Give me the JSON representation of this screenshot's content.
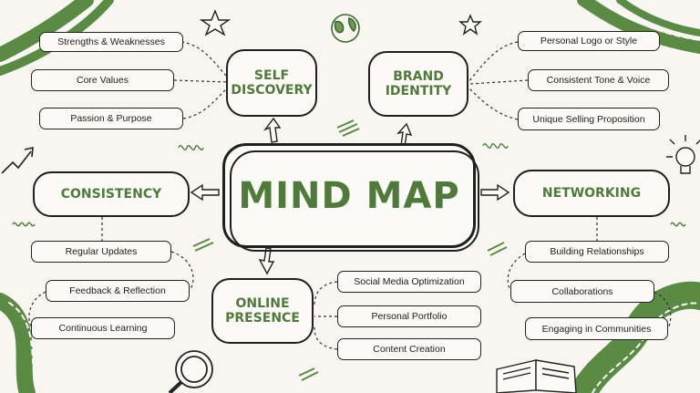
{
  "title": "MIND MAP",
  "colors": {
    "accent": "#4f7a3c",
    "ink": "#1f1f1f",
    "background": "#f7f6f1"
  },
  "hubs": {
    "self_discovery": {
      "line1": "SELF",
      "line2": "DISCOVERY"
    },
    "brand_identity": {
      "line1": "BRAND",
      "line2": "IDENTITY"
    },
    "consistency": {
      "label": "CONSISTENCY"
    },
    "networking": {
      "label": "NETWORKING"
    },
    "online_presence": {
      "line1": "ONLINE",
      "line2": "PRESENCE"
    }
  },
  "self_discovery_items": [
    "Strengths & Weaknesses",
    "Core Values",
    "Passion & Purpose"
  ],
  "brand_identity_items": [
    "Personal Logo or Style",
    "Consistent Tone & Voice",
    "Unique Selling Proposition"
  ],
  "consistency_items": [
    "Regular Updates",
    "Feedback & Reflection",
    "Continuous Learning"
  ],
  "networking_items": [
    "Building Relationships",
    "Collaborations",
    "Engaging in Communities"
  ],
  "online_presence_items": [
    "Social Media Optimization",
    "Personal Portfolio",
    "Content Creation"
  ],
  "icons": [
    "star-icon",
    "globe-icon",
    "lightbulb-icon",
    "magnifier-icon",
    "book-icon",
    "arrow-icon",
    "vine-decoration"
  ]
}
